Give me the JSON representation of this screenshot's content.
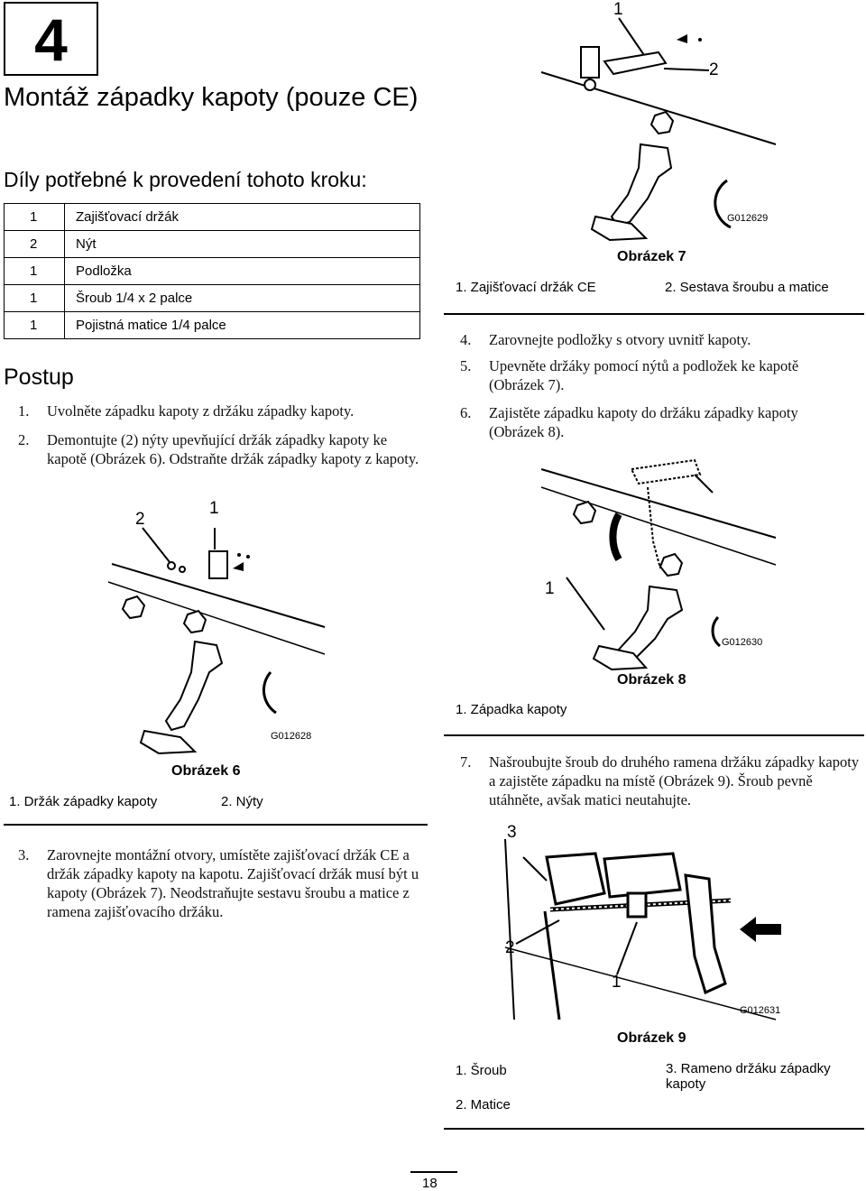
{
  "step_number": "4",
  "title": "Montáž západky kapoty (pouze CE)",
  "parts_heading": "Díly potřebné k provedení tohoto kroku:",
  "parts": [
    {
      "qty": "1",
      "name": "Zajišťovací držák"
    },
    {
      "qty": "2",
      "name": "Nýt"
    },
    {
      "qty": "1",
      "name": "Podložka"
    },
    {
      "qty": "1",
      "name": "Šroub 1/4 x 2 palce"
    },
    {
      "qty": "1",
      "name": "Pojistná matice 1/4 palce"
    }
  ],
  "procedure_heading": "Postup",
  "steps": [
    {
      "num": "1.",
      "text": "Uvolněte západku kapoty z držáku západky kapoty."
    },
    {
      "num": "2.",
      "text": "Demontujte (2) nýty upevňující držák západky kapoty ke kapotě (Obrázek 6). Odstraňte držák západky kapoty z kapoty."
    },
    {
      "num": "3.",
      "text": "Zarovnejte montážní otvory, umístěte zajišťovací držák CE a držák západky kapoty na kapotu. Zajišťovací držák musí být u kapoty (Obrázek 7). Neodstraňujte sestavu šroubu a matice z ramena zajišťovacího držáku."
    },
    {
      "num": "4.",
      "text": "Zarovnejte podložky s otvory uvnitř kapoty."
    },
    {
      "num": "5.",
      "text": "Upevněte držáky pomocí nýtů a podložek ke kapotě (Obrázek 7)."
    },
    {
      "num": "6.",
      "text": "Zajistěte západku kapoty do držáku západky kapoty (Obrázek 8)."
    },
    {
      "num": "7.",
      "text": "Našroubujte šroub do druhého ramena držáku západky kapoty a zajistěte západku na místě (Obrázek 9). Šroub pevně utáhněte, avšak matici neutahujte."
    }
  ],
  "figures": {
    "fig6": {
      "caption": "Obrázek 6",
      "code": "G012628",
      "callouts": [
        "2",
        "1"
      ],
      "legend": [
        "1. Držák západky kapoty",
        "2. Nýty"
      ]
    },
    "fig7": {
      "caption": "Obrázek 7",
      "code": "G012629",
      "callouts": [
        "1",
        "2"
      ],
      "legend": [
        "1. Zajišťovací držák CE",
        "2. Sestava šroubu a matice"
      ]
    },
    "fig8": {
      "caption": "Obrázek 8",
      "code": "G012630",
      "callouts": [
        "1"
      ],
      "legend": [
        "1. Západka kapoty"
      ]
    },
    "fig9": {
      "caption": "Obrázek 9",
      "code": "G012631",
      "callouts": [
        "3",
        "2",
        "1"
      ],
      "legend": [
        "1. Šroub",
        "2. Matice",
        "3. Rameno držáku západky kapoty"
      ]
    }
  },
  "page_number": "18"
}
